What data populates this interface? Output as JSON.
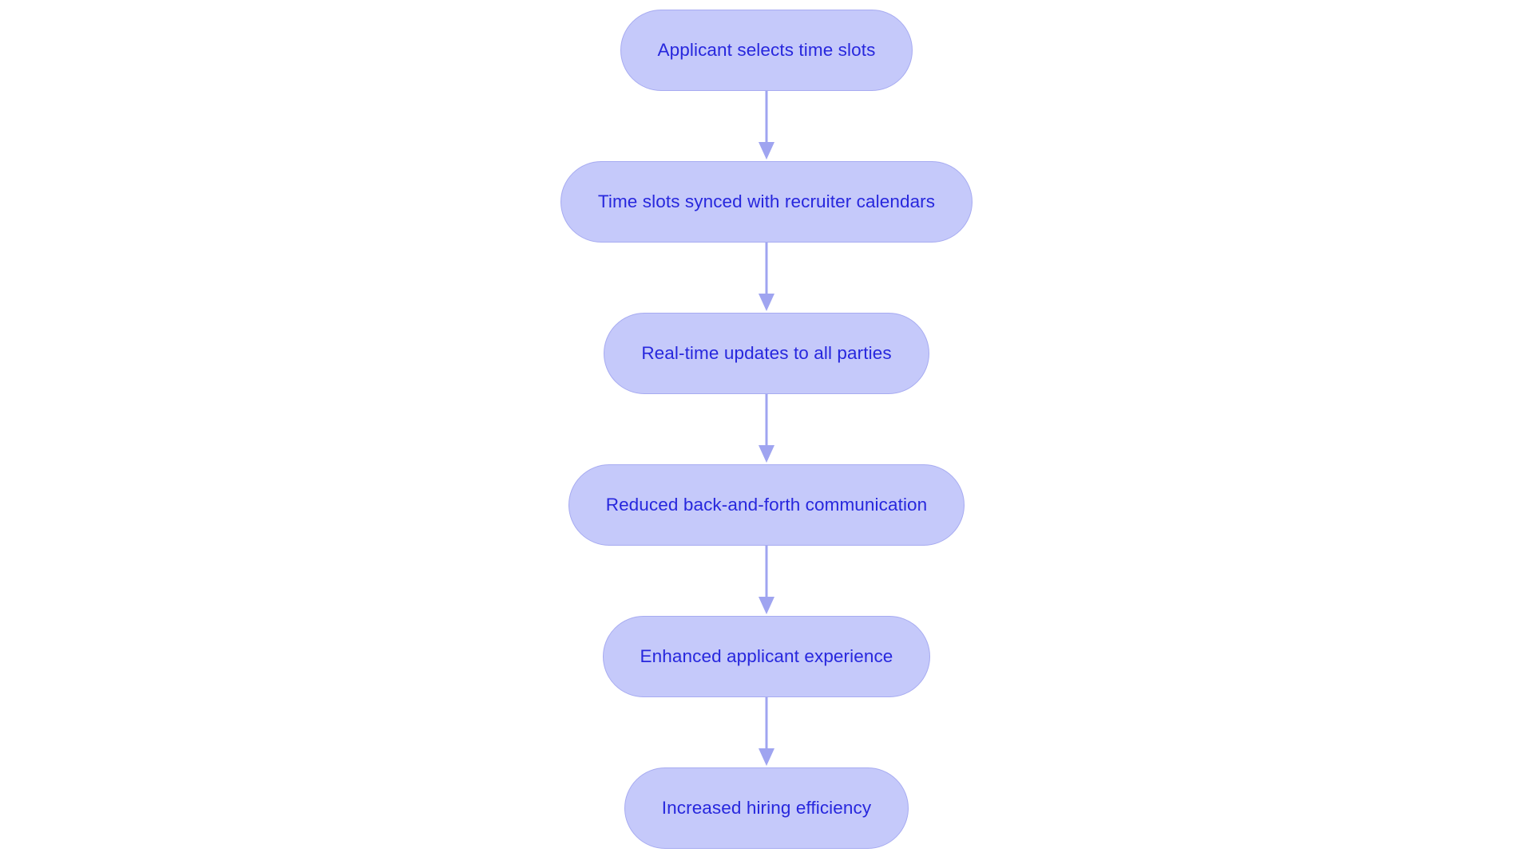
{
  "diagram": {
    "type": "flowchart",
    "orientation": "top-to-bottom",
    "background_color": "#ffffff",
    "node_fill_color": "#c5c9fa",
    "node_border_color": "#a7abf1",
    "node_text_color": "#2727dd",
    "connector_color": "#9fa4f0",
    "nodes": [
      {
        "id": "n1",
        "label": "Applicant selects time slots"
      },
      {
        "id": "n2",
        "label": "Time slots synced with recruiter calendars"
      },
      {
        "id": "n3",
        "label": "Real-time updates to all parties"
      },
      {
        "id": "n4",
        "label": "Reduced back-and-forth communication"
      },
      {
        "id": "n5",
        "label": "Enhanced applicant experience"
      },
      {
        "id": "n6",
        "label": "Increased hiring efficiency"
      }
    ],
    "edges": [
      {
        "from": "n1",
        "to": "n2",
        "label": ""
      },
      {
        "from": "n2",
        "to": "n3",
        "label": ""
      },
      {
        "from": "n3",
        "to": "n4",
        "label": ""
      },
      {
        "from": "n4",
        "to": "n5",
        "label": ""
      },
      {
        "from": "n5",
        "to": "n6",
        "label": ""
      }
    ]
  }
}
